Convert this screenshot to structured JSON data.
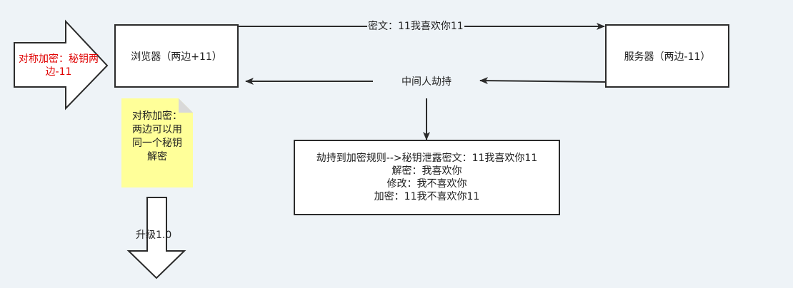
{
  "nodes": {
    "input_arrow_label": "对称加密：秘钥两边-11",
    "browser": "浏览器（两边+11）",
    "server": "服务器（两边-11）",
    "mitm": "中间人劫持",
    "note": "对称加密：两边可以用同一个秘钥解密",
    "result_lines": [
      "劫持到加密规则-->秘钥泄露密文：11我喜欢你11",
      "解密：我喜欢你",
      "修改：我不喜欢你",
      "加密：11我不喜欢你11"
    ],
    "upgrade": "升级1.0"
  },
  "edges": {
    "browser_to_server": "密文：11我喜欢你11"
  },
  "colors": {
    "background": "#eef3f7",
    "stroke": "#2b2b2b",
    "note_fill": "#ffff99",
    "note_fold": "#d9d9d9",
    "red_text": "#e00000"
  }
}
